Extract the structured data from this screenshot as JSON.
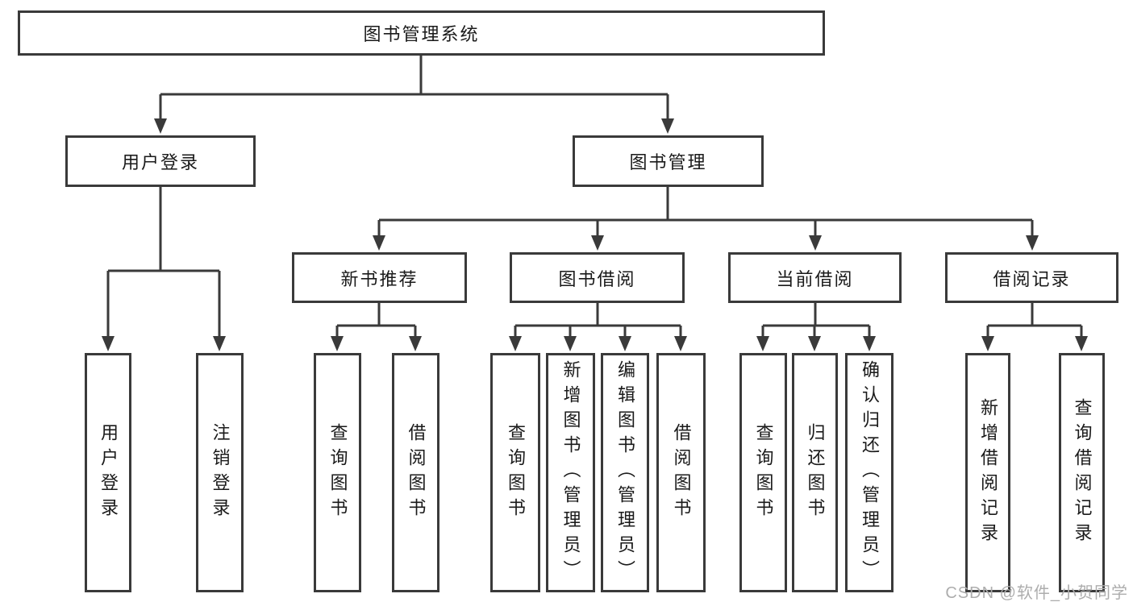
{
  "tree": {
    "root": "图书管理系统",
    "branches": [
      {
        "label": "用户登录",
        "children": [
          "用户登录",
          "注销登录"
        ]
      },
      {
        "label": "图书管理",
        "sections": [
          {
            "label": "新书推荐",
            "children": [
              "查询图书",
              "借阅图书"
            ]
          },
          {
            "label": "图书借阅",
            "children": [
              "查询图书",
              "新增图书（管理员）",
              "编辑图书（管理员）",
              "借阅图书"
            ]
          },
          {
            "label": "当前借阅",
            "children": [
              "查询图书",
              "归还图书",
              "确认归还（管理员）"
            ]
          },
          {
            "label": "借阅记录",
            "children": [
              "新增借阅记录",
              "查询借阅记录"
            ]
          }
        ]
      }
    ]
  },
  "watermark": "CSDN @软件_小贺同学",
  "colors": {
    "line": "#3a3a3a",
    "text": "#1a1a1a",
    "watermark": "#adadad",
    "background": "#ffffff"
  }
}
